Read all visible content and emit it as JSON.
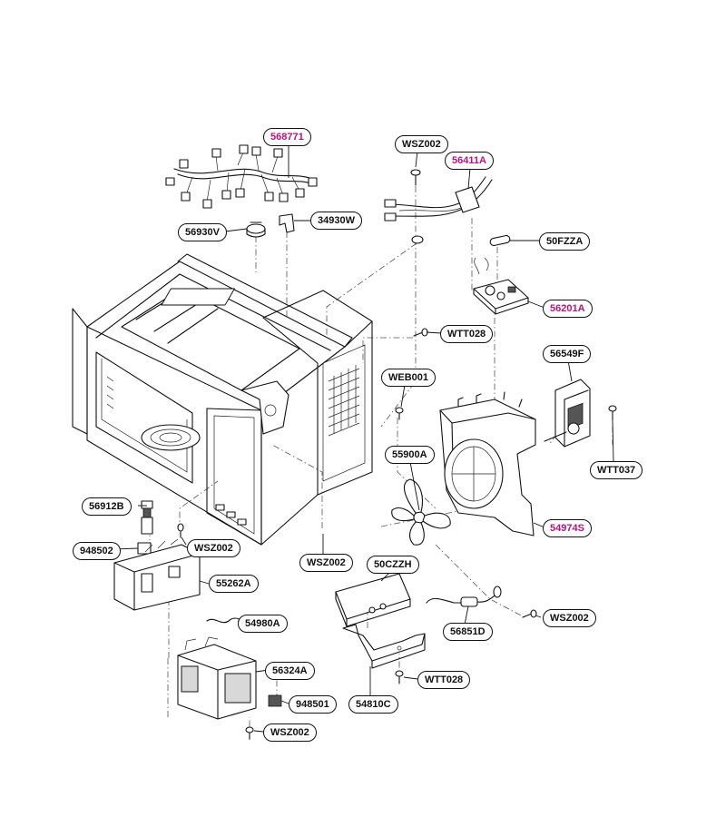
{
  "highlight_color": "#b5157e",
  "text_color": "#111111",
  "parts": [
    {
      "id": "p01",
      "code": "568771",
      "highlight": true
    },
    {
      "id": "p02",
      "code": "WSZ002",
      "highlight": false
    },
    {
      "id": "p03",
      "code": "56411A",
      "highlight": true
    },
    {
      "id": "p04",
      "code": "56930V",
      "highlight": false
    },
    {
      "id": "p05",
      "code": "34930W",
      "highlight": false
    },
    {
      "id": "p06",
      "code": "50FZZA",
      "highlight": false
    },
    {
      "id": "p07",
      "code": "56201A",
      "highlight": true
    },
    {
      "id": "p08",
      "code": "WTT028",
      "highlight": false
    },
    {
      "id": "p09",
      "code": "56549F",
      "highlight": false
    },
    {
      "id": "p10",
      "code": "WEB001",
      "highlight": false
    },
    {
      "id": "p11",
      "code": "55900A",
      "highlight": false
    },
    {
      "id": "p12",
      "code": "WTT037",
      "highlight": false
    },
    {
      "id": "p13",
      "code": "56912B",
      "highlight": false
    },
    {
      "id": "p14",
      "code": "54974S",
      "highlight": true
    },
    {
      "id": "p15",
      "code": "948502",
      "highlight": false
    },
    {
      "id": "p16",
      "code": "WSZ002",
      "highlight": false
    },
    {
      "id": "p17",
      "code": "WSZ002",
      "highlight": false
    },
    {
      "id": "p18",
      "code": "50CZZH",
      "highlight": false
    },
    {
      "id": "p19",
      "code": "55262A",
      "highlight": false
    },
    {
      "id": "p20",
      "code": "54980A",
      "highlight": false
    },
    {
      "id": "p21",
      "code": "WSZ002",
      "highlight": false
    },
    {
      "id": "p22",
      "code": "56851D",
      "highlight": false
    },
    {
      "id": "p23",
      "code": "56324A",
      "highlight": false
    },
    {
      "id": "p24",
      "code": "WTT028",
      "highlight": false
    },
    {
      "id": "p25",
      "code": "948501",
      "highlight": false
    },
    {
      "id": "p26",
      "code": "54810C",
      "highlight": false
    },
    {
      "id": "p27",
      "code": "WSZ002",
      "highlight": false
    }
  ]
}
